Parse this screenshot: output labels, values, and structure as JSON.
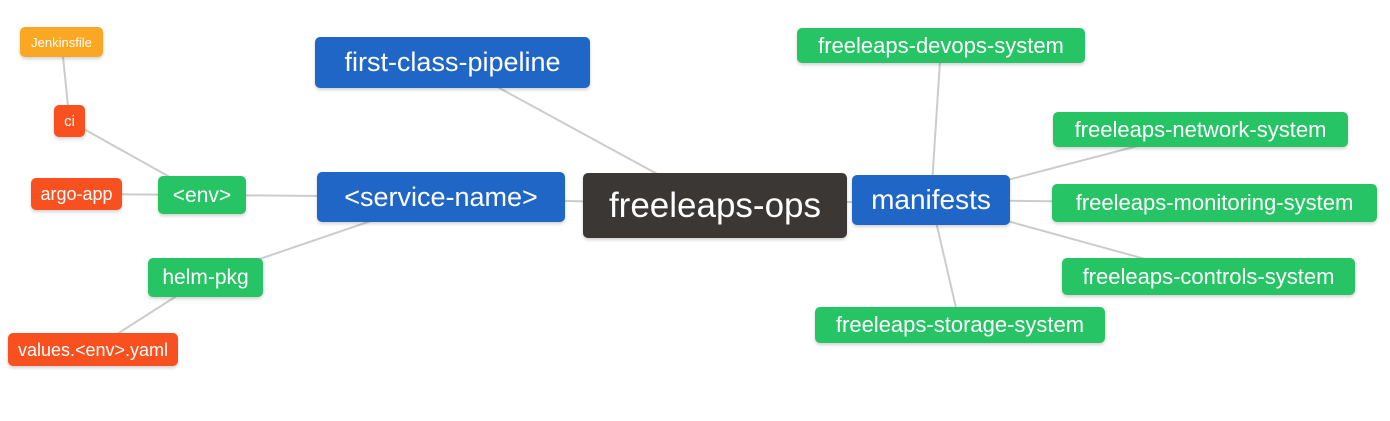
{
  "diagram": {
    "type": "mindmap",
    "root": "freeleaps-ops",
    "background": "#ffffff",
    "edge_color": "#cccccc",
    "edge_width": 2,
    "palette": {
      "blue": "#2066C6",
      "green": "#26C465",
      "red_orange": "#F8501E",
      "amber": "#FAA724",
      "dark": "#3B3735",
      "text": "#ffffff"
    },
    "nodes": [
      {
        "id": "jenkinsfile",
        "label": "Jenkinsfile",
        "color": "#FAA724"
      },
      {
        "id": "ci",
        "label": "ci",
        "color": "#F8501E"
      },
      {
        "id": "argo-app",
        "label": "argo-app",
        "color": "#F8501E"
      },
      {
        "id": "env",
        "label": "<env>",
        "color": "#26C465"
      },
      {
        "id": "helm-pkg",
        "label": "helm-pkg",
        "color": "#26C465"
      },
      {
        "id": "values-env-yaml",
        "label": "values.<env>.yaml",
        "color": "#F8501E"
      },
      {
        "id": "first-class-pipeline",
        "label": "first-class-pipeline",
        "color": "#2066C6"
      },
      {
        "id": "service-name",
        "label": "<service-name>",
        "color": "#2066C6"
      },
      {
        "id": "freeleaps-ops",
        "label": "freeleaps-ops",
        "color": "#3B3735"
      },
      {
        "id": "manifests",
        "label": "manifests",
        "color": "#2066C6"
      },
      {
        "id": "freeleaps-devops-system",
        "label": "freeleaps-devops-system",
        "color": "#26C465"
      },
      {
        "id": "freeleaps-network-system",
        "label": "freeleaps-network-system",
        "color": "#26C465"
      },
      {
        "id": "freeleaps-monitoring-system",
        "label": "freeleaps-monitoring-system",
        "color": "#26C465"
      },
      {
        "id": "freeleaps-controls-system",
        "label": "freeleaps-controls-system",
        "color": "#26C465"
      },
      {
        "id": "freeleaps-storage-system",
        "label": "freeleaps-storage-system",
        "color": "#26C465"
      }
    ],
    "edges": [
      [
        "ci",
        "jenkinsfile"
      ],
      [
        "env",
        "ci"
      ],
      [
        "env",
        "argo-app"
      ],
      [
        "service-name",
        "env"
      ],
      [
        "service-name",
        "helm-pkg"
      ],
      [
        "helm-pkg",
        "values-env-yaml"
      ],
      [
        "freeleaps-ops",
        "service-name"
      ],
      [
        "freeleaps-ops",
        "first-class-pipeline"
      ],
      [
        "freeleaps-ops",
        "manifests"
      ],
      [
        "manifests",
        "freeleaps-devops-system"
      ],
      [
        "manifests",
        "freeleaps-network-system"
      ],
      [
        "manifests",
        "freeleaps-monitoring-system"
      ],
      [
        "manifests",
        "freeleaps-controls-system"
      ],
      [
        "manifests",
        "freeleaps-storage-system"
      ]
    ]
  }
}
